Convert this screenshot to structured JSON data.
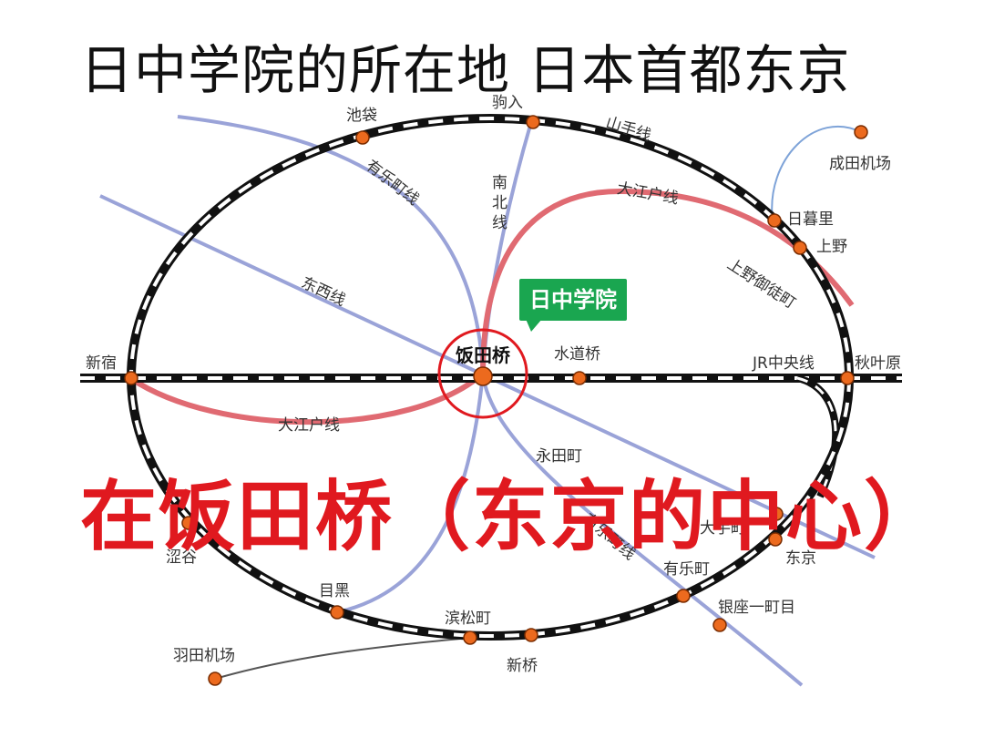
{
  "title": "日中学院的所在地  日本首都东京",
  "slogan": "在饭田桥（东京的中心）",
  "badge": "日中学院",
  "center_station": "饭田桥",
  "colors": {
    "loop_line": "#111111",
    "oedo_line": "#e06a72",
    "metro_lines": "#9aa3d8",
    "station_dot": "#ec6a1e",
    "highlight": "#e0191f",
    "badge": "#1aa650"
  },
  "line_labels": {
    "yamanote": "山手线",
    "oedo_top": "大江户线",
    "oedo_bottom": "大江户线",
    "namboku": "南北线",
    "yurakucho": "有乐町线",
    "tozai": "东西线",
    "jr_chuo": "JR中央线",
    "ueno_okachimachi": "上野御徒町",
    "yurakucho_lower": "有乐町线"
  },
  "stations": {
    "ikebukuro": "池袋",
    "komagome": "驹入",
    "narita": "成田机场",
    "nippori": "日暮里",
    "ueno": "上野",
    "shinjuku": "新宿",
    "suidobashi": "水道桥",
    "akihabara": "秋叶原",
    "nagatacho": "永田町",
    "otemachi": "大手町",
    "tokyo": "东京",
    "shibuya": "涩谷",
    "yurakucho": "有乐町",
    "meguro": "目黑",
    "hamamatsucho": "滨松町",
    "ginza": "银座一町目",
    "shimbashi": "新桥",
    "haneda": "羽田机场"
  }
}
